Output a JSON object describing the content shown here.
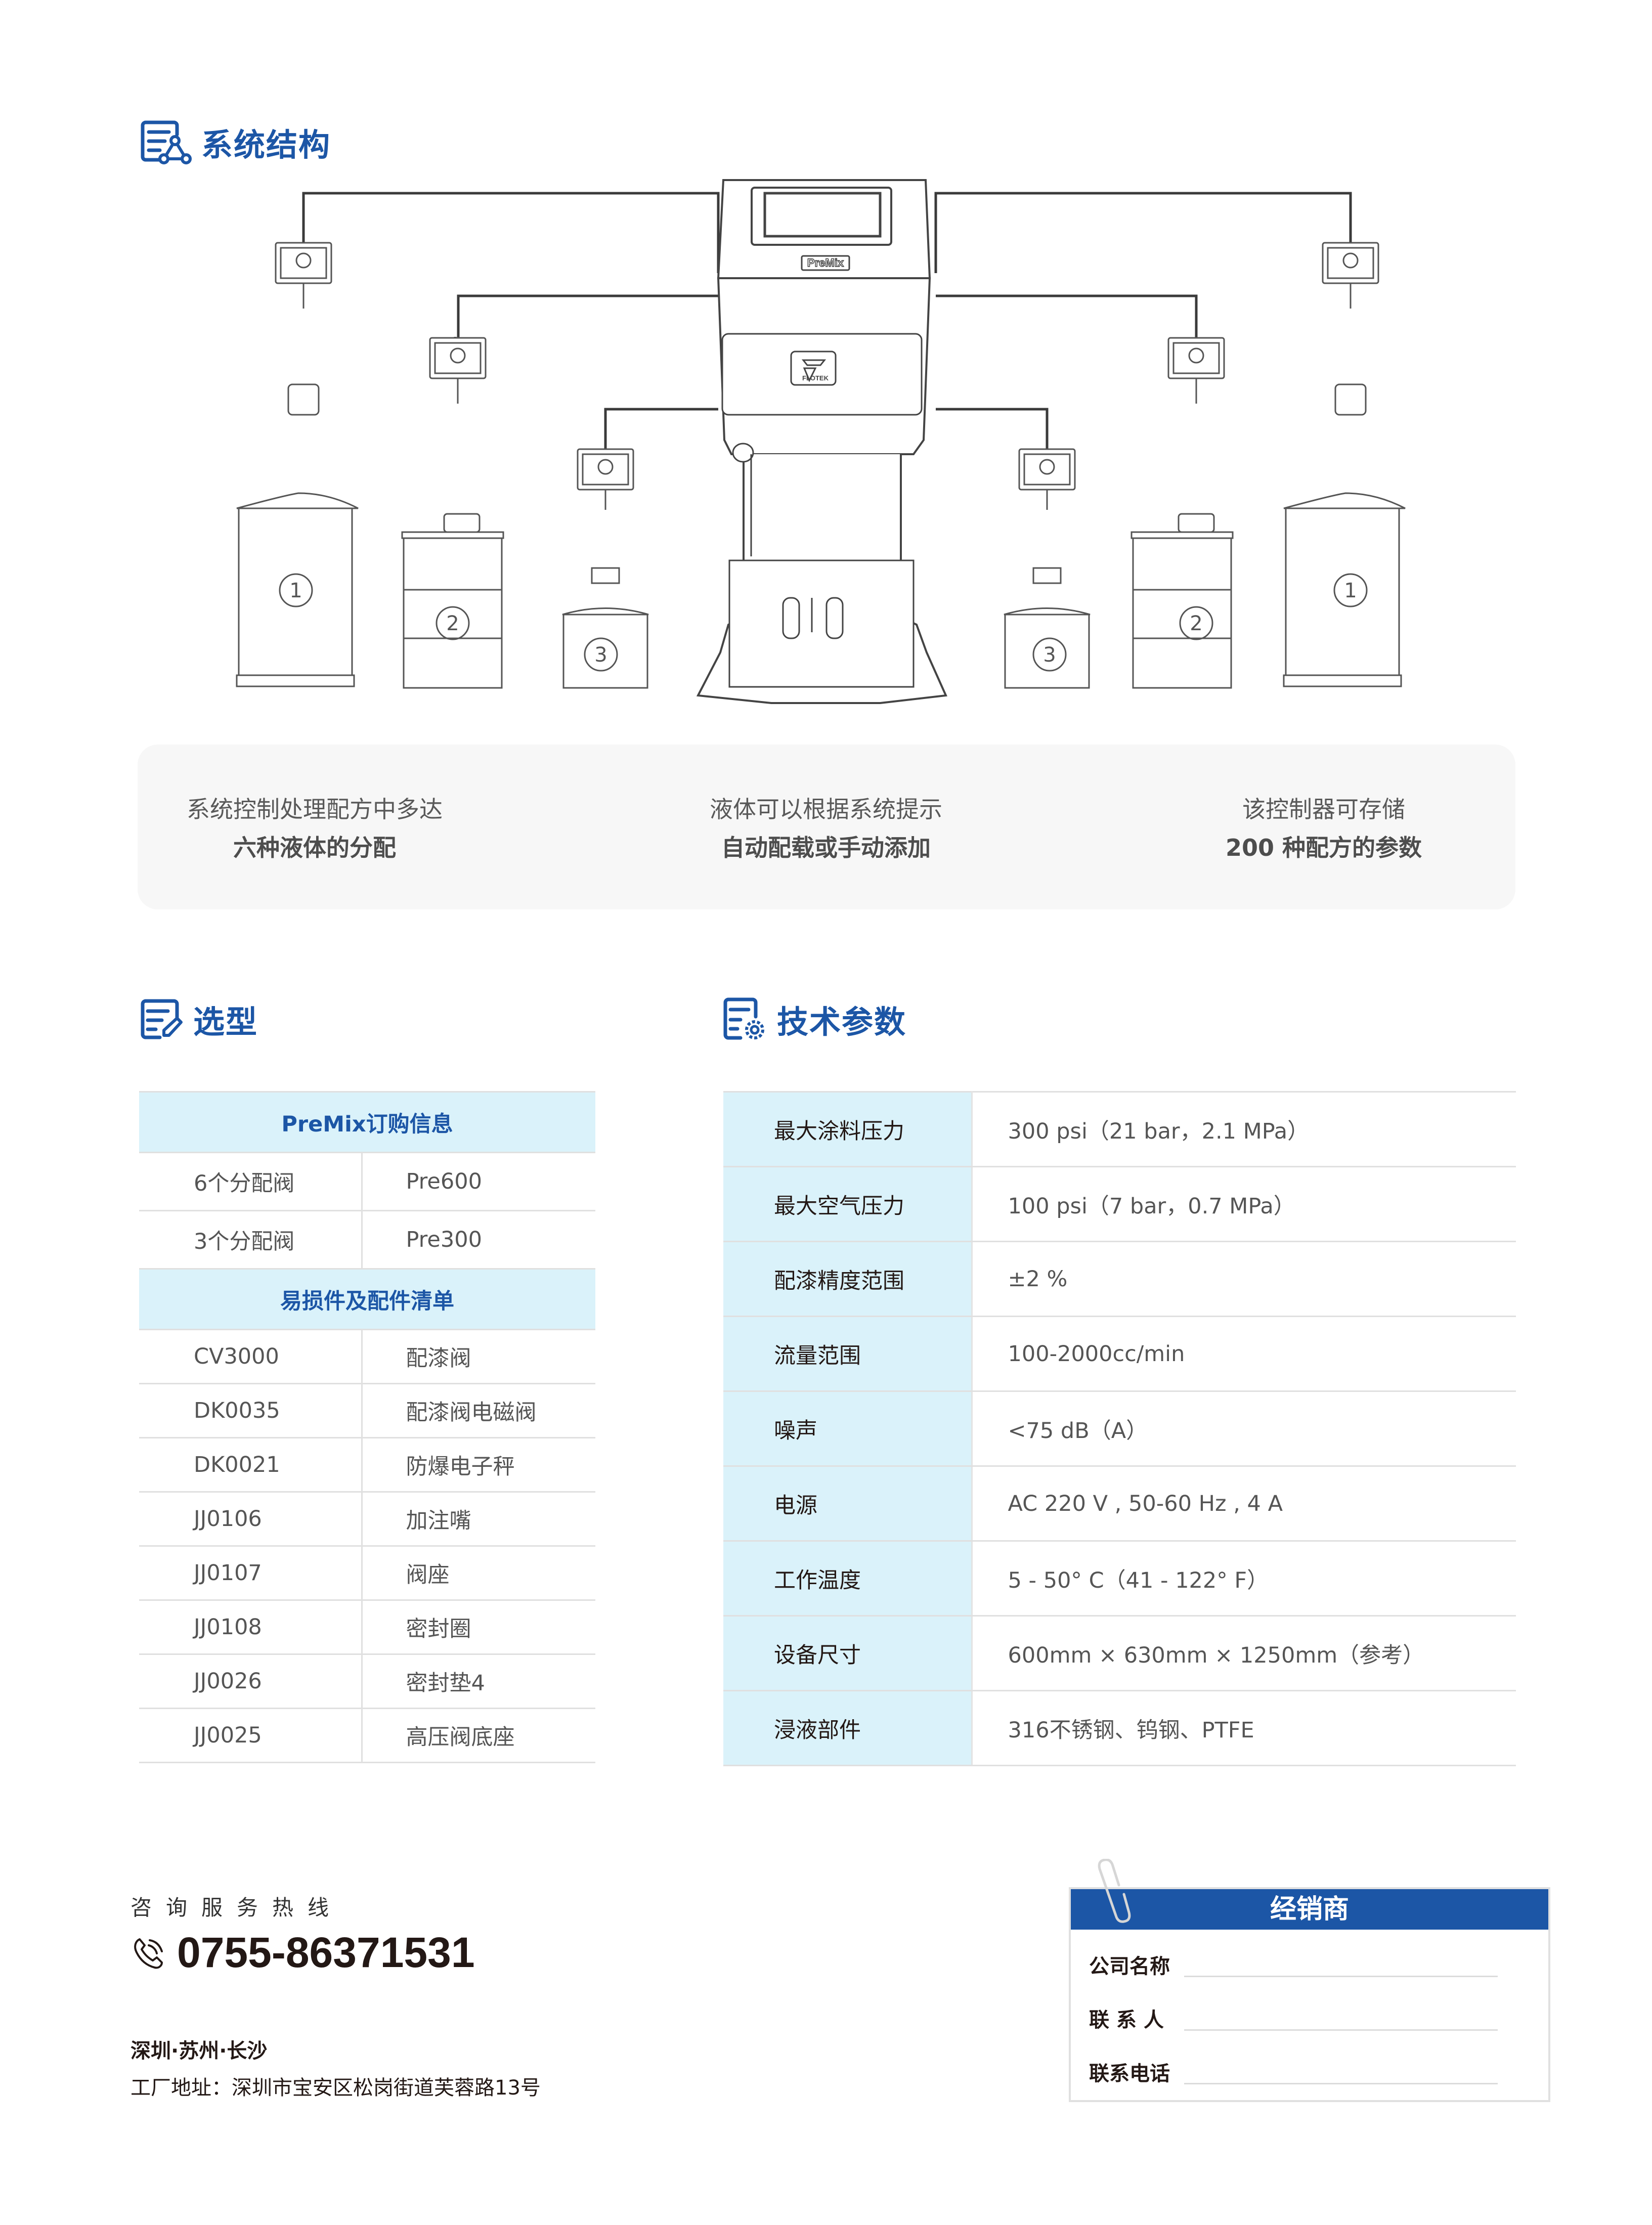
{
  "system_structure": {
    "title": "系统结构",
    "icon": "structure-doc-icon",
    "diagram": {
      "controller_label": "PreMix",
      "brand_logo": "FLOTEK",
      "tanks_left": [
        "①",
        "②",
        "③"
      ],
      "tanks_right": [
        "③",
        "②",
        "①"
      ]
    }
  },
  "features": [
    {
      "line1": "系统控制处理配方中多达",
      "line2": "六种液体的分配"
    },
    {
      "line1": "液体可以根据系统提示",
      "line2": "自动配载或手动添加"
    },
    {
      "line1": "该控制器可存储",
      "line2": "200 种配方的参数"
    }
  ],
  "selection": {
    "title": "选型",
    "icon": "edit-doc-icon",
    "order_header": "PreMix订购信息",
    "order_rows": [
      {
        "desc": "6个分配阀",
        "model": "Pre600"
      },
      {
        "desc": "3个分配阀",
        "model": "Pre300"
      }
    ],
    "parts_header": "易损件及配件清单",
    "parts_rows": [
      {
        "code": "CV3000",
        "name": "配漆阀"
      },
      {
        "code": "DK0035",
        "name": "配漆阀电磁阀"
      },
      {
        "code": "DK0021",
        "name": "防爆电子秤"
      },
      {
        "code": "JJ0106",
        "name": "加注嘴"
      },
      {
        "code": "JJ0107",
        "name": "阀座"
      },
      {
        "code": "JJ0108",
        "name": "密封圈"
      },
      {
        "code": "JJ0026",
        "name": "密封垫4"
      },
      {
        "code": "JJ0025",
        "name": "高压阀底座"
      }
    ]
  },
  "specs": {
    "title": "技术参数",
    "icon": "settings-doc-icon",
    "rows": [
      {
        "key": "最大涂料压力",
        "value": "300 psi（21 bar，2.1 MPa）"
      },
      {
        "key": "最大空气压力",
        "value": "100 psi（7 bar，0.7 MPa）"
      },
      {
        "key": "配漆精度范围",
        "value": "±2 %"
      },
      {
        "key": "流量范围",
        "value": "100-2000cc/min"
      },
      {
        "key": "噪声",
        "value": "<75 dB（A）"
      },
      {
        "key": "电源",
        "value": "AC 220 V , 50-60 Hz , 4 A"
      },
      {
        "key": "工作温度",
        "value": "5 - 50° C（41 - 122° F）"
      },
      {
        "key": "设备尺寸",
        "value": "600mm × 630mm × 1250mm（参考）"
      },
      {
        "key": "浸液部件",
        "value": "316不锈钢、钨钢、PTFE"
      }
    ]
  },
  "footer": {
    "hotline_label": "咨询服务热线",
    "hotline_number": "0755-86371531",
    "cities": "深圳·苏州·长沙",
    "address": "工厂地址：深圳市宝安区松岗街道芙蓉路13号"
  },
  "dealer": {
    "title": "经销商",
    "fields": [
      "公司名称",
      "联 系 人",
      "联系电话"
    ]
  },
  "colors": {
    "brand_blue": "#1c56a6",
    "table_header_bg": "#daf2fa",
    "feature_bg": "#f7f7f7"
  }
}
